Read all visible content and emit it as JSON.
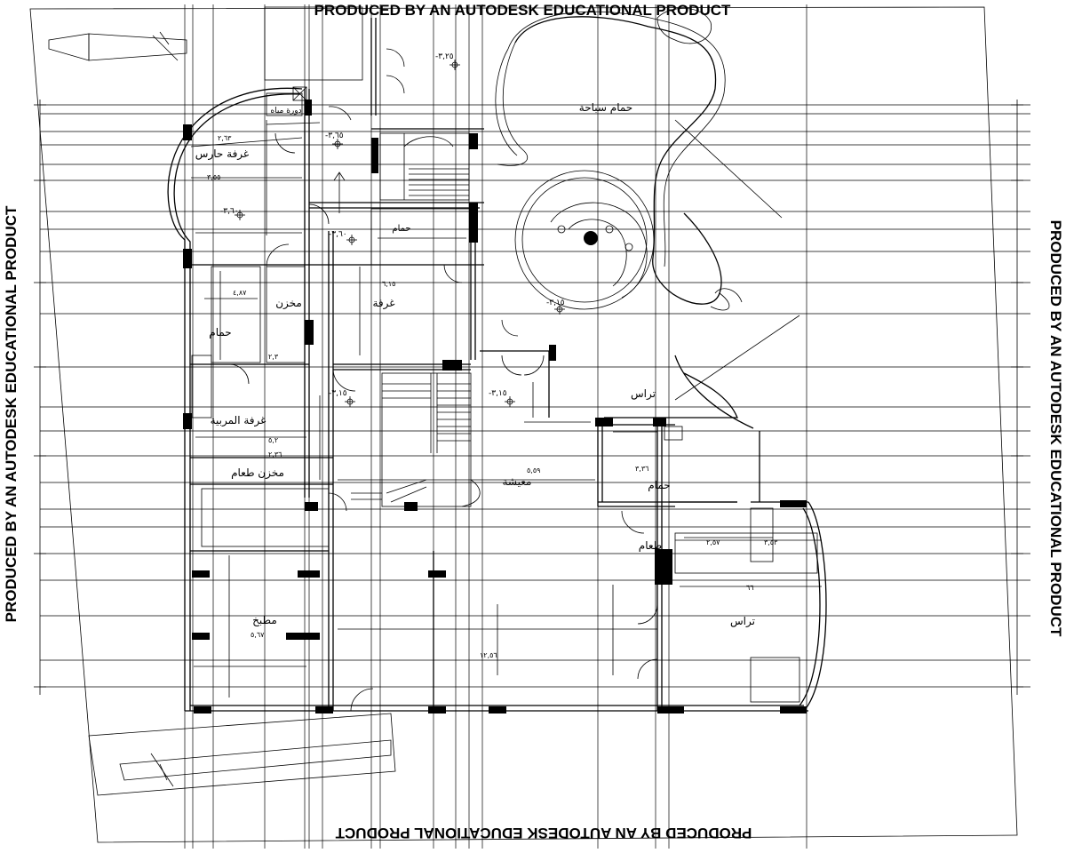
{
  "watermark": {
    "top": "PRODUCED BY AN AUTODESK EDUCATIONAL PRODUCT",
    "bottom": "PRODUCED BY AN AUTODESK EDUCATIONAL PRODUCT",
    "left": "PRODUCED BY AN AUTODESK EDUCATIONAL PRODUCT",
    "right": "PRODUCED BY AN AUTODESK EDUCATIONAL PRODUCT"
  },
  "rooms": {
    "pool": "حمام سباحة",
    "guard_room": "غرفة حارس",
    "wc": "دورة مياه",
    "bath_1": "حمام",
    "room": "غرفة",
    "storage": "مخزن",
    "bath_2": "حمام",
    "nanny_room": "غرفة المربية",
    "food_storage": "مخزن طعام",
    "living": "معيشة",
    "terrace_1": "تراس",
    "bath_3": "حمام",
    "dining": "طعام",
    "terrace_2": "تراس",
    "kitchen": "مطبخ"
  },
  "levels": {
    "l1": "-٣,٢٥",
    "l2": "-٣,٦٥",
    "l3": "-٣,٦٠",
    "l4": "-٣,٦٠",
    "l5": "-٣,١٥",
    "l6": "-٣,١٥",
    "l7": "-٣,١٥"
  },
  "dimensions": {
    "d1": "٢,٦٣",
    "d2": "٣,٥٥",
    "d3": "٦,١٥",
    "d4": "٤,٨٧",
    "d5": "٢,٣",
    "d6": "٥,٢",
    "d7": "٢,٣٦",
    "d8": "٥,٥٩",
    "d9": "٣,٣٦",
    "d10": "٢,٥٧",
    "d11": "٣,٥٣",
    "d12": "٦٦",
    "d13": "٥,٦٧",
    "d14": "١٢,٥٦"
  }
}
